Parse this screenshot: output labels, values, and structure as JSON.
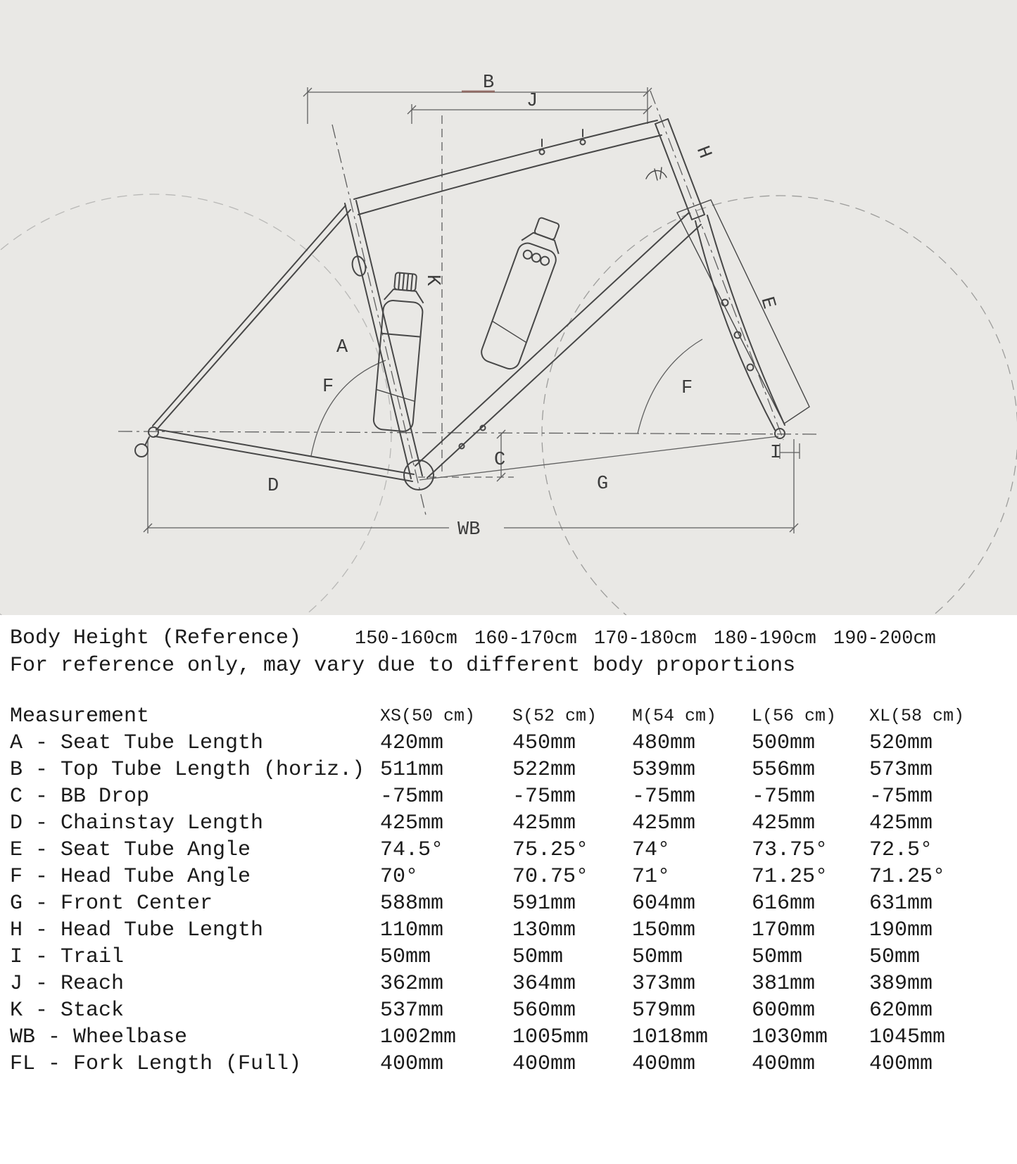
{
  "diagram": {
    "bg_color": "#e9e8e5",
    "line_color": "#474747",
    "labels": {
      "B": "B",
      "J": "J",
      "H": "H",
      "K": "K",
      "A": "A",
      "E": "E",
      "F_left": "F",
      "F_right": "F",
      "C": "C",
      "G": "G",
      "D": "D",
      "WB": "WB",
      "I": "I"
    }
  },
  "body_height": {
    "label": "Body Height (Reference)",
    "values": [
      "150-160cm",
      "160-170cm",
      "170-180cm",
      "180-190cm",
      "190-200cm"
    ],
    "note": "For reference only, may vary due to different body proportions"
  },
  "geometry_table": {
    "headers": [
      "Measurement",
      "XS(50 cm)",
      "S(52 cm)",
      "M(54 cm)",
      "L(56 cm)",
      "XL(58 cm)"
    ],
    "rows": [
      {
        "label": "A - Seat Tube Length",
        "values": [
          "420mm",
          "450mm",
          "480mm",
          "500mm",
          "520mm"
        ]
      },
      {
        "label": "B - Top Tube Length (horiz.)",
        "values": [
          "511mm",
          "522mm",
          "539mm",
          "556mm",
          "573mm"
        ]
      },
      {
        "label": "C - BB Drop",
        "values": [
          "-75mm",
          "-75mm",
          "-75mm",
          "-75mm",
          "-75mm"
        ]
      },
      {
        "label": "D - Chainstay Length",
        "values": [
          "425mm",
          "425mm",
          "425mm",
          "425mm",
          "425mm"
        ]
      },
      {
        "label": "E - Seat Tube Angle",
        "values": [
          "74.5°",
          "75.25°",
          "74°",
          "73.75°",
          "72.5°"
        ]
      },
      {
        "label": "F - Head Tube Angle",
        "values": [
          "70°",
          "70.75°",
          "71°",
          "71.25°",
          "71.25°"
        ]
      },
      {
        "label": "G - Front Center",
        "values": [
          "588mm",
          "591mm",
          "604mm",
          "616mm",
          "631mm"
        ]
      },
      {
        "label": "H - Head Tube Length",
        "values": [
          "110mm",
          "130mm",
          "150mm",
          "170mm",
          "190mm"
        ]
      },
      {
        "label": "I - Trail",
        "values": [
          "50mm",
          "50mm",
          "50mm",
          "50mm",
          "50mm"
        ]
      },
      {
        "label": "J - Reach",
        "values": [
          "362mm",
          "364mm",
          "373mm",
          "381mm",
          "389mm"
        ]
      },
      {
        "label": "K - Stack",
        "values": [
          "537mm",
          "560mm",
          "579mm",
          "600mm",
          "620mm"
        ]
      },
      {
        "label": "WB - Wheelbase",
        "values": [
          "1002mm",
          "1005mm",
          "1018mm",
          "1030mm",
          "1045mm"
        ]
      },
      {
        "label": "FL - Fork Length (Full)",
        "values": [
          "400mm",
          "400mm",
          "400mm",
          "400mm",
          "400mm"
        ]
      }
    ]
  }
}
